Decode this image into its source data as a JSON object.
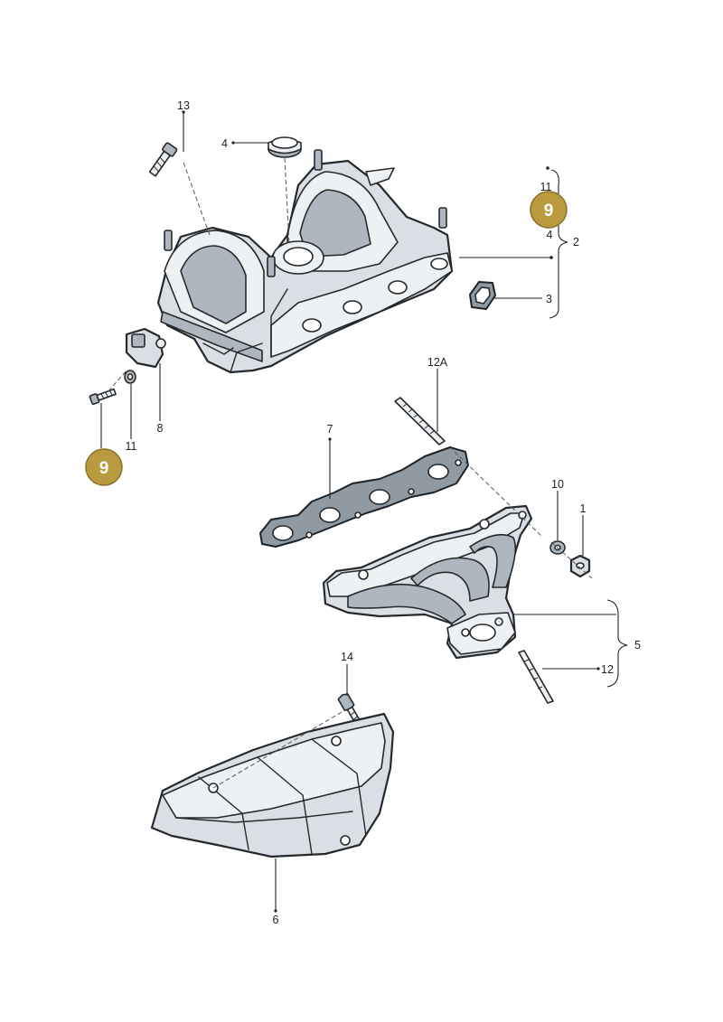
{
  "callouts": {
    "c13": "13",
    "c4_top": "4",
    "c11_top": "11",
    "c4_right": "4",
    "c2": "2",
    "c3": "3",
    "c12A": "12A",
    "c8": "8",
    "c11_left": "11",
    "c7": "7",
    "c10": "10",
    "c1": "1",
    "c5": "5",
    "c12": "12",
    "c14": "14",
    "c6": "6"
  },
  "badges": {
    "badge_right": "9",
    "badge_left": "9"
  },
  "colors": {
    "badge": "#b99a3f",
    "part": "#d9dfe4",
    "gasket": "#8f9aa3"
  }
}
